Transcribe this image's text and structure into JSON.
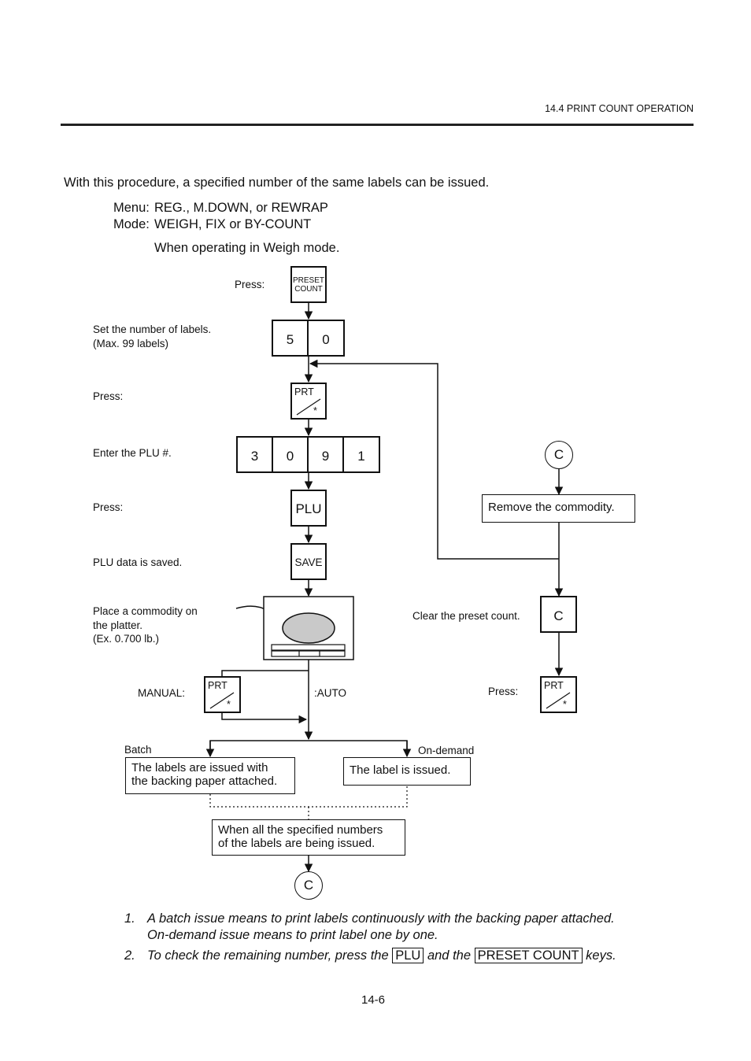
{
  "header": {
    "section": "14.4 PRINT COUNT OPERATION"
  },
  "intro": {
    "text": "With this procedure, a specified number of the same labels can be issued.",
    "menu_label": "Menu:",
    "menu_value": "REG., M.DOWN, or REWRAP",
    "mode_label": "Mode:",
    "mode_value": "WEIGH, FIX or BY-COUNT",
    "weigh_note": "When operating in Weigh mode."
  },
  "flow": {
    "step_press1": "Press:",
    "preset_key_line1": "PRESET",
    "preset_key_line2": "COUNT",
    "step_set_line1": "Set the number of labels.",
    "step_set_line2": "(Max. 99 labels)",
    "count_digits": [
      "5",
      "0"
    ],
    "step_press2": "Press:",
    "prt_key": "PRT",
    "prt_star": "*",
    "step_plu_entry": "Enter the PLU #.",
    "plu_digits": [
      "3",
      "0",
      "9",
      "1"
    ],
    "step_press3": "Press:",
    "plu_key": "PLU",
    "step_saved": "PLU data is saved.",
    "save_key": "SAVE",
    "step_place_line1": "Place a commodity on",
    "step_place_line2": "the platter.",
    "step_place_line3": "(Ex. 0.700 lb.)",
    "manual_label": "MANUAL:",
    "auto_label": ":AUTO",
    "batch_label": "Batch",
    "ondemand_label": "On-demand",
    "batch_box_line1": "The labels are issued with",
    "batch_box_line2": "the backing paper attached.",
    "ondemand_box": "The label is issued.",
    "final_box_line1": "When all the specified numbers",
    "final_box_line2": "of the labels are being issued.",
    "connector": "C",
    "remove_box": "Remove the commodity.",
    "clear_label": "Clear the preset count.",
    "clear_key": "C",
    "press_right": "Press:"
  },
  "notes": {
    "n1_num": "1.",
    "n1_line1": "A batch issue means to print labels continuously with the backing paper attached.",
    "n1_line2": "On-demand issue means to print label one by one.",
    "n2_num": "2.",
    "n2_pre": "To check the remaining number, press the",
    "n2_key1": "PLU",
    "n2_mid": "and the",
    "n2_key2": "PRESET COUNT",
    "n2_post": "keys."
  },
  "footer": {
    "page_number": "14-6"
  }
}
